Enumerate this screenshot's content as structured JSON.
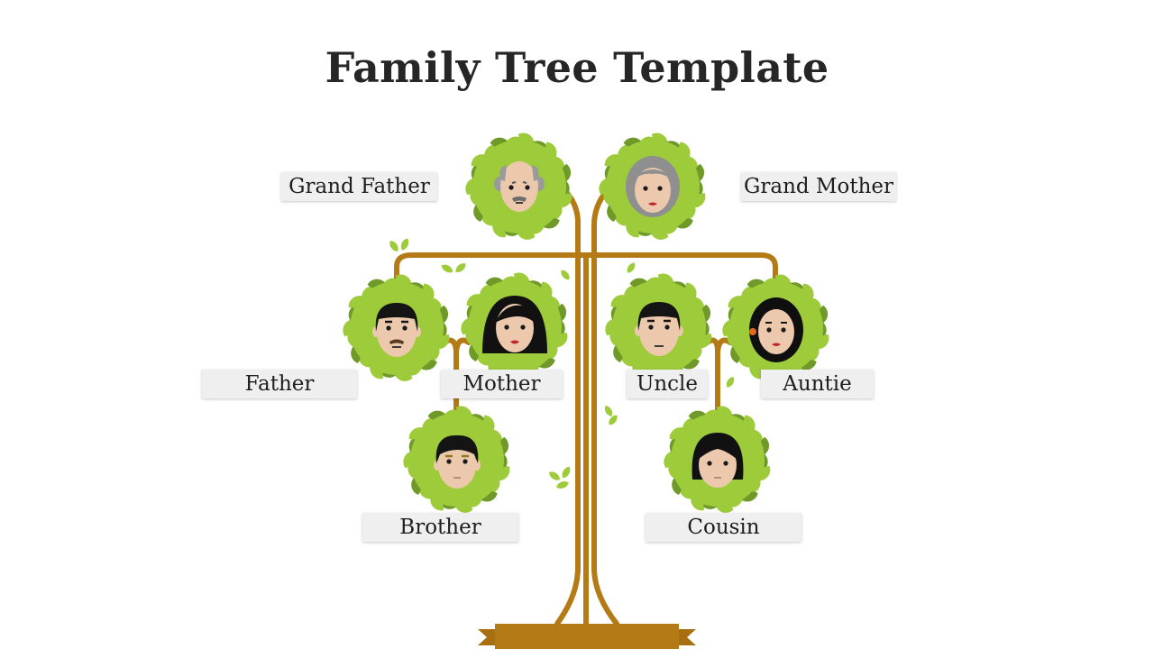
{
  "title": "Family Tree Template",
  "colors": {
    "trunk": "#b37a16",
    "leaf": "#9dcb3a",
    "leaf_dark": "#6f9a2a",
    "label_bg": "#efefef"
  },
  "members": {
    "grand_father": "Grand Father",
    "grand_mother": "Grand Mother",
    "father": "Father",
    "mother": "Mother",
    "uncle": "Uncle",
    "auntie": "Auntie",
    "brother": "Brother",
    "cousin": "Cousin"
  }
}
